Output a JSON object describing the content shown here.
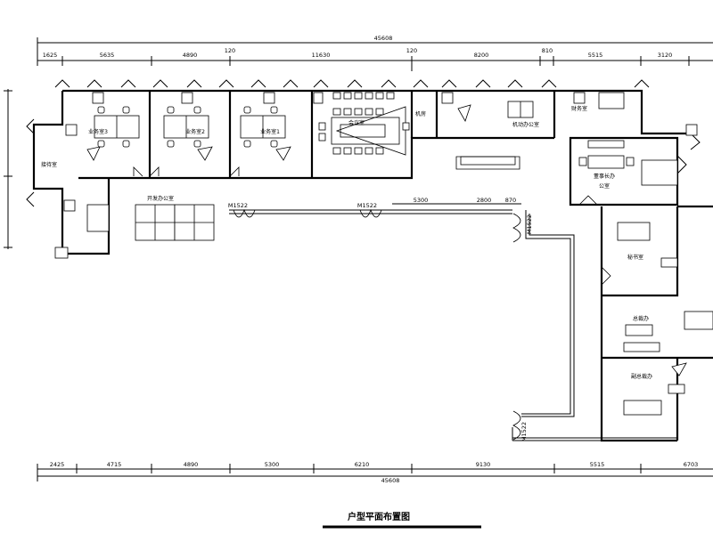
{
  "drawing": {
    "title": "户型平面布置图",
    "total_length": "45608"
  },
  "top_dimensions": [
    "1625",
    "5635",
    "4890",
    "120",
    "11630",
    "120",
    "8200",
    "810",
    "5515",
    "3120"
  ],
  "bottom_dimensions": [
    "2425",
    "4715",
    "4890",
    "5300",
    "6210",
    "9130",
    "5515",
    "6703"
  ],
  "inner_dimensions": [
    "5300",
    "2800",
    "870"
  ],
  "rooms": {
    "business3": "业务室3",
    "business2": "业务室2",
    "business1": "业务室1",
    "meeting": "会议室",
    "server": "机房",
    "flex_office": "机动办公室",
    "finance": "财务室",
    "chairman": "董事长办",
    "chairman2": "公室",
    "reception": "接待室",
    "dev_office": "开发办公室",
    "secretary": "秘书室",
    "president": "总裁办",
    "vice_president": "副总裁办"
  },
  "doors": [
    "M1522",
    "M1522",
    "M1522",
    "M1522"
  ]
}
